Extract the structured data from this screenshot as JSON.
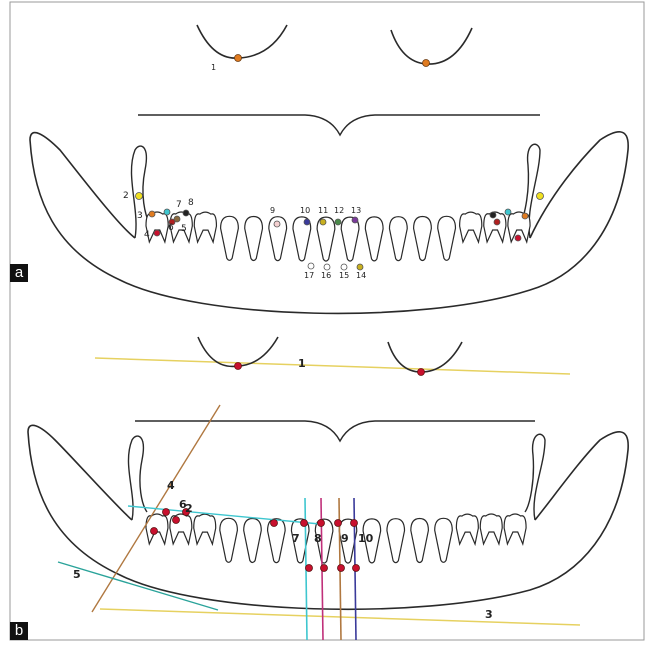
{
  "panels": [
    {
      "tag": "a",
      "labels": [
        "1",
        "2",
        "3",
        "4",
        "5",
        "6",
        "7",
        "8",
        "9",
        "10",
        "11",
        "12",
        "13",
        "14",
        "15",
        "16",
        "17"
      ]
    },
    {
      "tag": "b",
      "labels": [
        "1",
        "2",
        "3",
        "4",
        "5",
        "6",
        "7",
        "8",
        "9",
        "10"
      ]
    }
  ],
  "colors": {
    "outline": "#2a2a2a",
    "frame": "#9a9a9a",
    "reference_line": "#e6d160",
    "landmark_red": "#c8102e",
    "landmark_orange": "#e07b20",
    "cyan": "#3ec6cf",
    "magenta": "#c0307a",
    "brown": "#b07840",
    "navy": "#3a3a9a",
    "teal": "#2aa39a"
  }
}
